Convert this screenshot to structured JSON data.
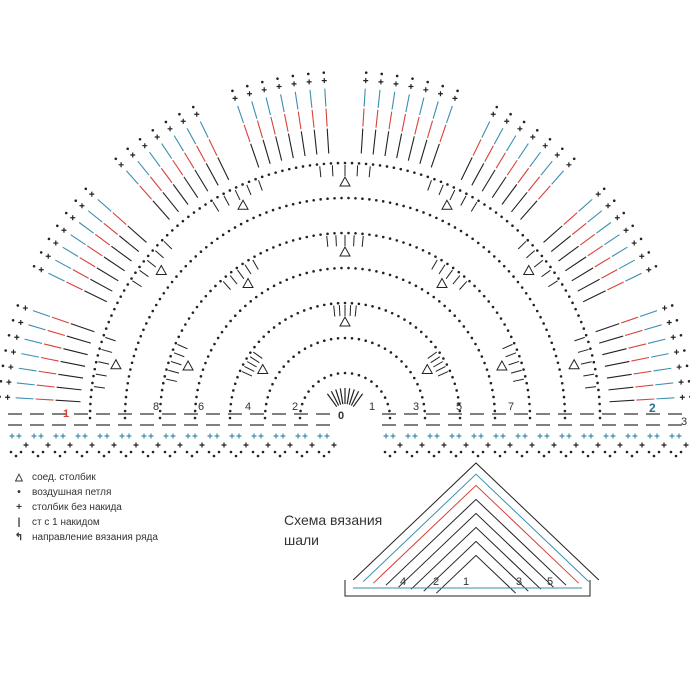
{
  "legend": [
    {
      "symbol": "△",
      "label": "соед. столбик"
    },
    {
      "symbol": "•",
      "label": "воздушная петля"
    },
    {
      "symbol": "+",
      "label": "столбик без накида"
    },
    {
      "symbol": "|",
      "label": "ст с 1 накидом"
    },
    {
      "symbol": "↰",
      "label": "направление вязания ряда"
    }
  ],
  "schema_title": {
    "line1": "Схема вязания",
    "line2": "шали"
  },
  "row_numbers": {
    "start": "0",
    "left": [
      "8",
      "6",
      "4",
      "2"
    ],
    "right": [
      "1",
      "3",
      "5",
      "7"
    ],
    "red": "1",
    "blue": "2",
    "edge": "3"
  },
  "triangle_numbers": [
    "4",
    "2",
    "1",
    "3",
    "5"
  ],
  "colors": {
    "ink": "#222222",
    "red": "#d9423a",
    "blue": "#3a8fb0"
  }
}
